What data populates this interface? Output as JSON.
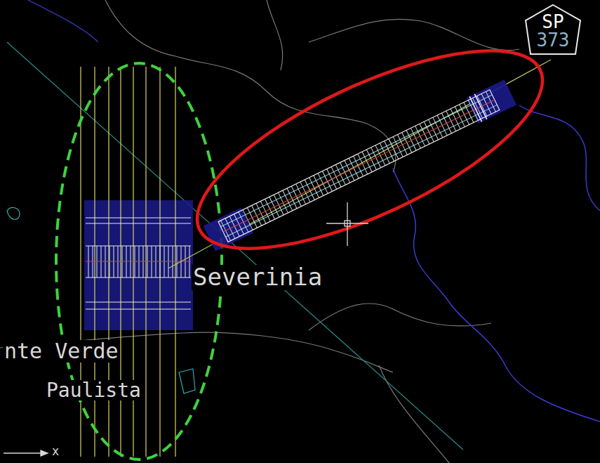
{
  "diagram": {
    "nodes": [
      {
        "text": [
          "SP",
          "373"
        ]
      }
    ],
    "labels": [
      "Severinia",
      "nte Verde",
      "Paulista",
      "x"
    ]
  }
}
